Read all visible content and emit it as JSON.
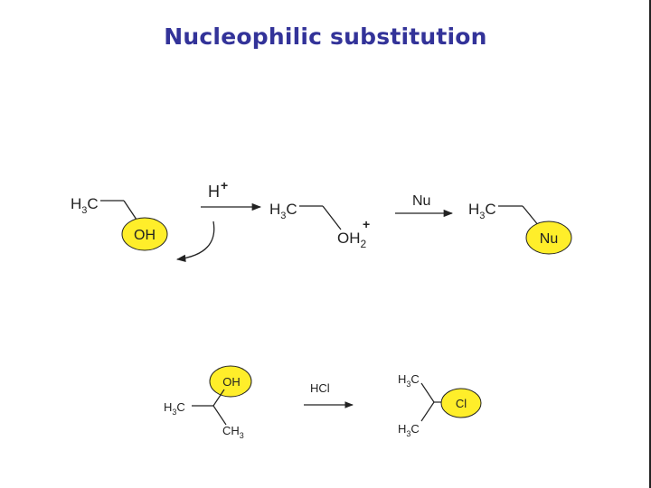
{
  "title": "Nucleophilic substitution",
  "colors": {
    "title": "#333399",
    "highlight": "#ffee2a",
    "line": "#222222"
  },
  "reaction1": {
    "reactant": {
      "methyl": {
        "h": "H",
        "sub": "3",
        "c": "C"
      },
      "group": "OH"
    },
    "reagent": {
      "symbol": "H",
      "charge": "+"
    },
    "intermediate": {
      "methyl": {
        "h": "H",
        "sub": "3",
        "c": "C"
      },
      "group": {
        "main": "OH",
        "sub": "2",
        "charge": "+"
      }
    },
    "nucleophile_label": "Nu",
    "product": {
      "methyl": {
        "h": "H",
        "sub": "3",
        "c": "C"
      },
      "group": "Nu"
    }
  },
  "reaction2": {
    "reactant": {
      "group": "OH",
      "left_methyl": {
        "h": "H",
        "sub": "3",
        "c": "C"
      },
      "bottom_methyl": {
        "ch": "CH",
        "sub": "3"
      }
    },
    "reagent": "HCl",
    "product": {
      "top_methyl": {
        "h": "H",
        "sub": "3",
        "c": "C"
      },
      "bottom_methyl": {
        "h": "H",
        "sub": "3",
        "c": "C"
      },
      "group": "Cl"
    }
  }
}
